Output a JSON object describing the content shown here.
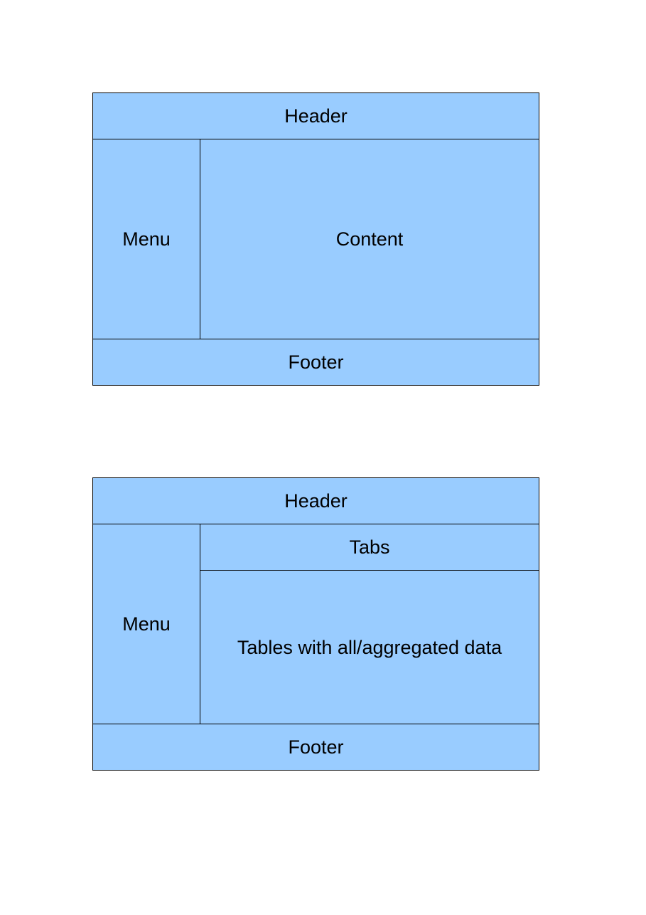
{
  "colors": {
    "region_fill": "#99ccff",
    "border": "#000000",
    "background": "#ffffff"
  },
  "layout_a": {
    "header": "Header",
    "menu": "Menu",
    "content": "Content",
    "footer": "Footer"
  },
  "layout_b": {
    "header": "Header",
    "menu": "Menu",
    "tabs": "Tabs",
    "tables": "Tables with all/aggregated data",
    "footer": "Footer"
  }
}
